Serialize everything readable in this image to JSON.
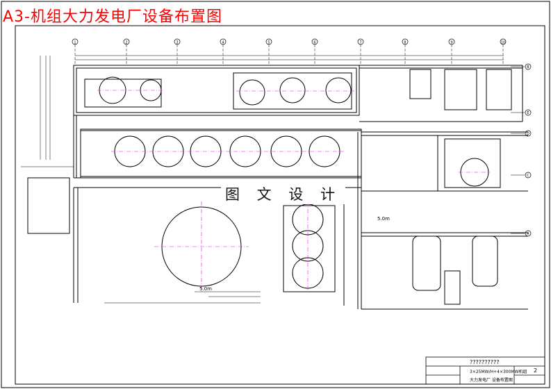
{
  "title": "A3-机组大力发电厂设备布置图",
  "watermark": "图 文 设 计",
  "axis_numbers": [
    "1",
    "2",
    "3",
    "4",
    "5",
    "6",
    "7",
    "8",
    "9",
    "10"
  ],
  "row_letters": [
    "B",
    "E",
    "D",
    "C",
    "A"
  ],
  "labels": {
    "elev_a": "5.0m",
    "elev_b": "5.0m"
  },
  "title_block": {
    "header": "??????????",
    "caption_1": "3×25MW/H+4×300MW机组",
    "caption_2": "大力发电厂 设备布置图",
    "sheet": "2"
  },
  "colors": {
    "title": "#ff0000",
    "line": "#000000",
    "centerline": "#ff00ff"
  }
}
